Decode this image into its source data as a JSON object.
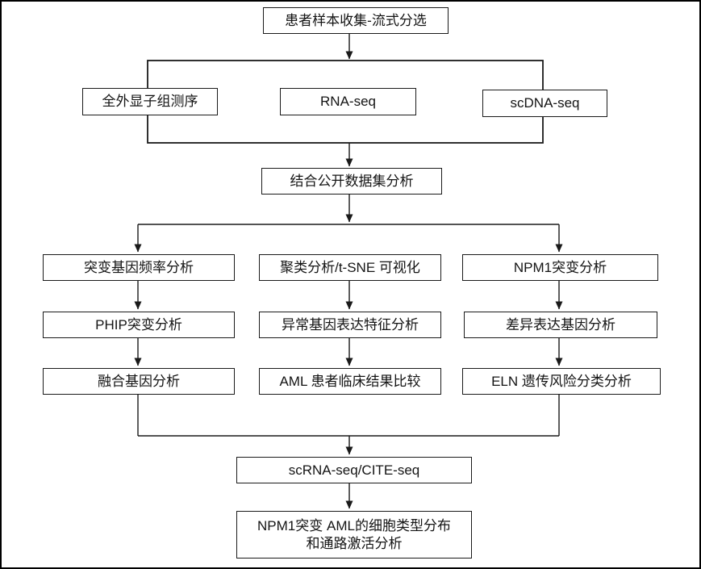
{
  "diagram": {
    "title": "NPM1-mutated AML multi-omics analysis workflow",
    "colors": {
      "line": "#1a1a1a",
      "box_border": "#1a1a1a",
      "box_fill": "#ffffff",
      "background": "#ffffff",
      "text": "#141414"
    },
    "nodes": {
      "collect": {
        "label": "患者样本收集-流式分选"
      },
      "wes": {
        "label": "全外显子组测序"
      },
      "rnaseq": {
        "label": "RNA-seq"
      },
      "scdnaseq": {
        "label": "scDNA-seq"
      },
      "combine_public": {
        "label": "结合公开数据集分析"
      },
      "col1_r1": {
        "label": "突变基因频率分析"
      },
      "col1_r2": {
        "label": "PHIP突变分析"
      },
      "col1_r3": {
        "label": "融合基因分析"
      },
      "col2_r1": {
        "label": "聚类分析/t-SNE 可视化"
      },
      "col2_r2": {
        "label": "异常基因表达特征分析"
      },
      "col2_r3": {
        "label": "AML 患者临床结果比较"
      },
      "col3_r1": {
        "label": "NPM1突变分析"
      },
      "col3_r2": {
        "label": "差异表达基因分析"
      },
      "col3_r3": {
        "label": "ELN 遗传风险分类分析"
      },
      "scrnaseq": {
        "label": "scRNA-seq/CITE-seq"
      },
      "final_analysis": {
        "line1": "NPM1突变 AML的细胞类型分布",
        "line2": "和通路激活分析"
      }
    }
  }
}
